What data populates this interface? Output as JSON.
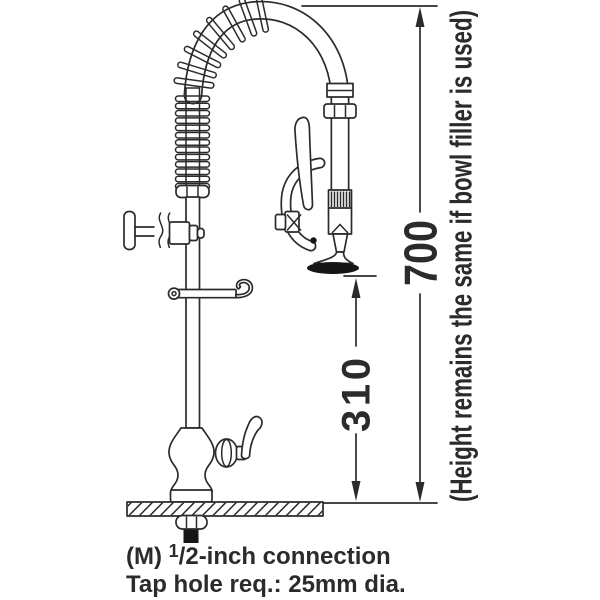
{
  "diagram": {
    "kind": "technical line drawing",
    "parts": [
      "spring-coil-hose",
      "gooseneck-hose",
      "riser-pipe",
      "wall-bracket",
      "holder-hook",
      "spray-valve-handle",
      "spray-valve-guard",
      "spray-head",
      "rubber-bumper",
      "base-body",
      "base-lever-handle",
      "deck-flange",
      "counter-deck",
      "threaded-shank",
      "lock-nut"
    ]
  },
  "dimensions": {
    "overall_height": "700",
    "spray_clearance": "310"
  },
  "side_note": "(Height remains the same if bowl filler is used)",
  "caption": {
    "line1_prefix": "(M) ",
    "line1_superscript": "1",
    "line1_rest": "/2-inch connection",
    "line2": "Tap hole req.: 25mm dia."
  },
  "colors": {
    "ink": "#2b2b2b",
    "solid": "#161616",
    "paper": "#ffffff"
  }
}
